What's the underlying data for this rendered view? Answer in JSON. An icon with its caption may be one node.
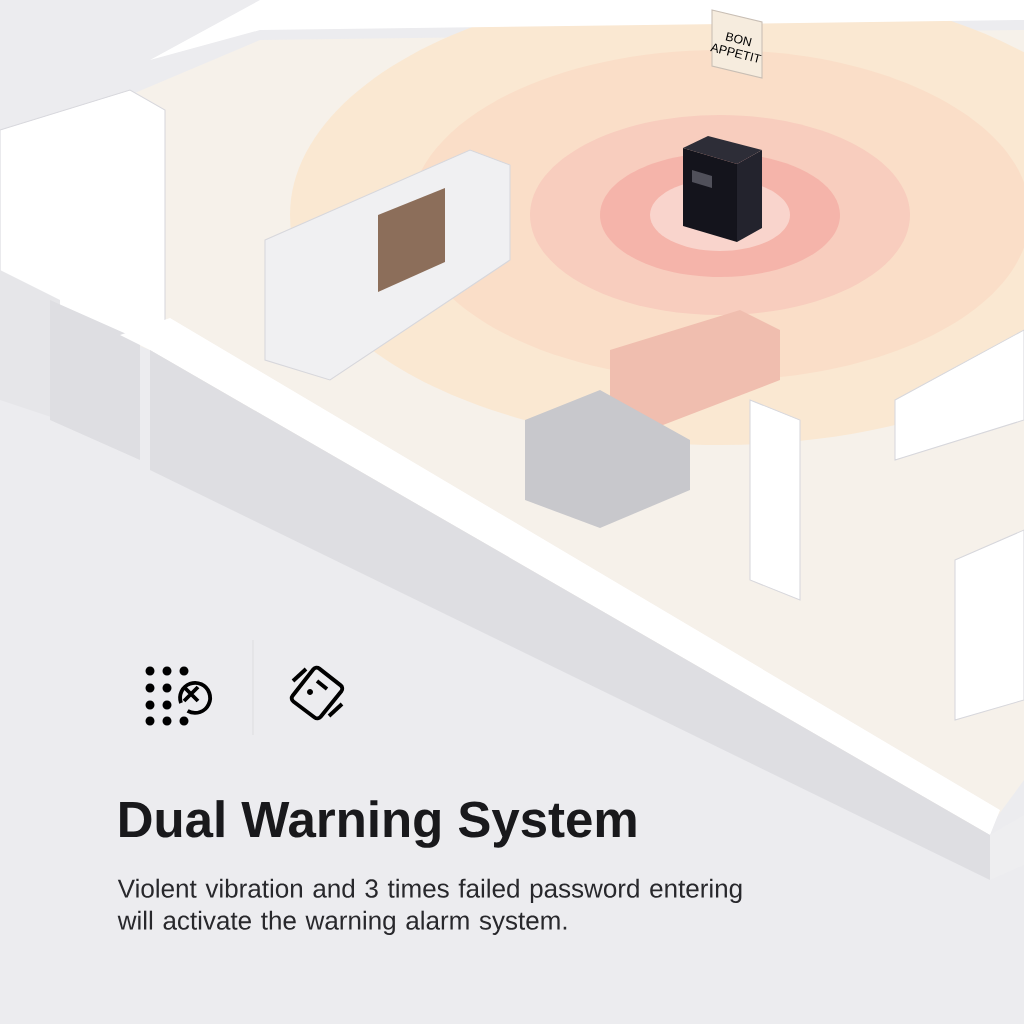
{
  "diagram": {
    "title": "Dual Warning System",
    "caption": "Violent vibration and 3 times failed password entering will activate the warning alarm system.",
    "labels": [
      "BON APPETIT"
    ]
  }
}
